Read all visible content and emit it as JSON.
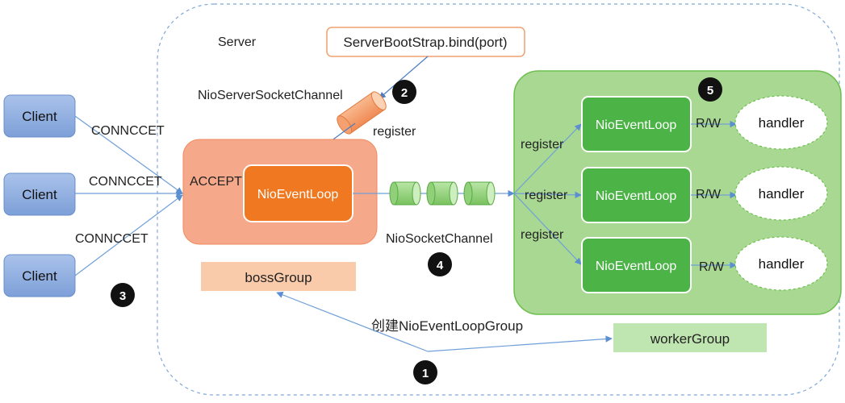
{
  "server_label": "Server",
  "bind_call": "ServerBootStrap.bind(port)",
  "server_channel_label": "NioServerSocketChannel",
  "register_label_boss": "register",
  "accept_label": "ACCEPT",
  "boss_loop_label": "NioEventLoop",
  "boss_group_label": "bossGroup",
  "socket_channel_label": "NioSocketChannel",
  "create_group_label": "创建NioEventLoopGroup",
  "worker_group_label": "workerGroup",
  "clients": [
    {
      "label": "Client",
      "connect": "CONNCCET"
    },
    {
      "label": "Client",
      "connect": "CONNCCET"
    },
    {
      "label": "Client",
      "connect": "CONNCCET"
    }
  ],
  "workers": [
    {
      "loop": "NioEventLoop",
      "register": "register",
      "rw": "R/W",
      "handler": "handler"
    },
    {
      "loop": "NioEventLoop",
      "register": "register",
      "rw": "R/W",
      "handler": "handler"
    },
    {
      "loop": "NioEventLoop",
      "register": "register",
      "rw": "R/W",
      "handler": "handler"
    }
  ],
  "steps": [
    "1",
    "2",
    "3",
    "4",
    "5"
  ],
  "colors": {
    "client_fill": "#8faee0",
    "boss_area": "#f6a98a",
    "boss_loop": "#f07820",
    "worker_area": "#a8d892",
    "worker_loop": "#4cb446",
    "arrow": "#6f9fd8",
    "boss_group_fill": "#f9cbaa",
    "worker_group_fill": "#bfe6b0"
  }
}
